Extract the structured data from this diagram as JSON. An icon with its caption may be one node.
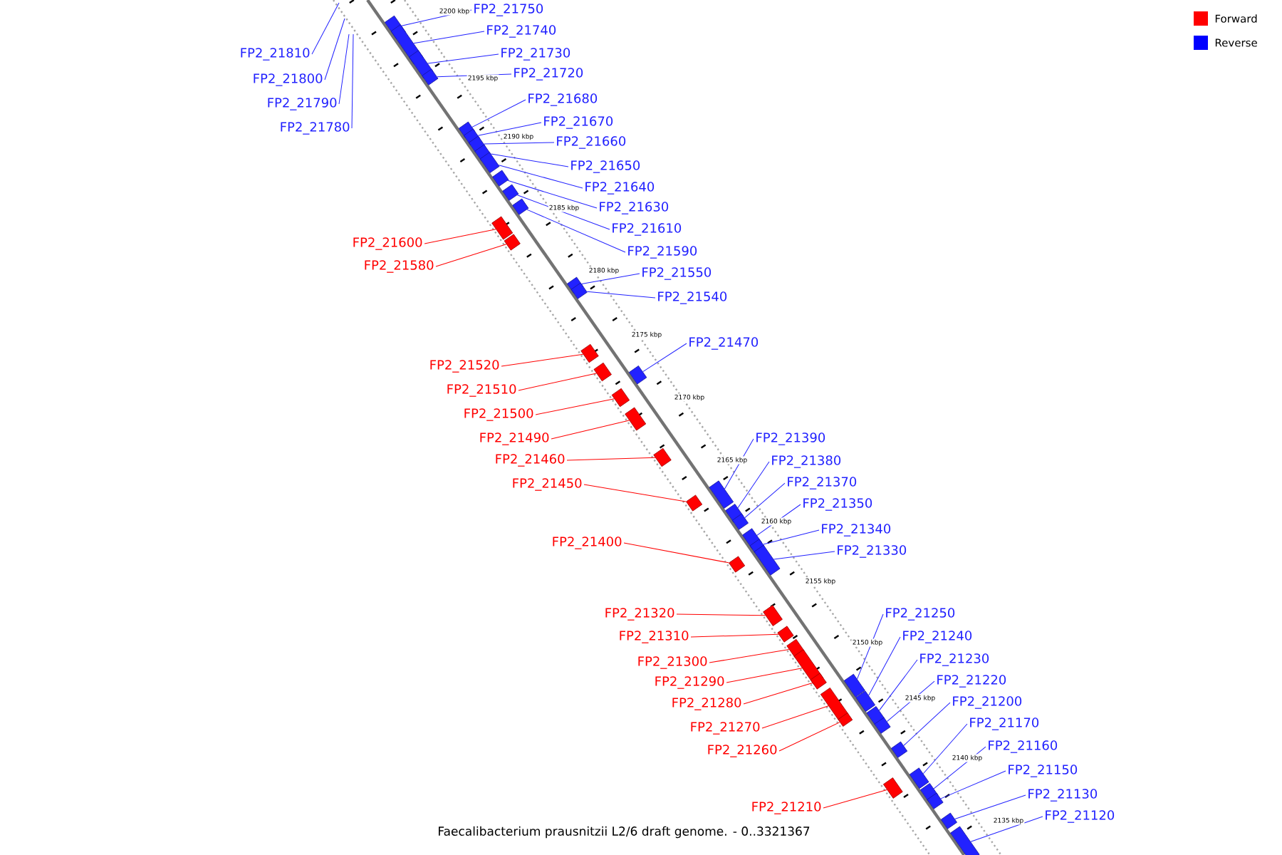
{
  "diagram": {
    "caption": "Faecalibacterium prausnitzii L2/6 draft genome. - 0..3321367",
    "nodes": [
      {
        "text": [
          "FP2_21810"
        ]
      },
      {
        "text": [
          "FP2_21800"
        ]
      },
      {
        "text": [
          "FP2_21790"
        ]
      },
      {
        "text": [
          "FP2_21780"
        ]
      },
      {
        "text": [
          "FP2_21750"
        ]
      },
      {
        "text": [],
        "shape": "box"
      },
      {
        "text": [
          "FP2_21740"
        ]
      },
      {
        "text": [],
        "shape": "box"
      },
      {
        "text": [
          "FP2_21730"
        ]
      },
      {
        "text": [],
        "shape": "box"
      },
      {
        "text": [
          "FP2_21720"
        ]
      },
      {
        "text": [],
        "shape": "box"
      },
      {
        "text": [
          "FP2_21680"
        ]
      },
      {
        "text": [],
        "shape": "box"
      },
      {
        "text": [
          "FP2_21670"
        ]
      },
      {
        "text": [],
        "shape": "box"
      },
      {
        "text": [
          "FP2_21660"
        ]
      },
      {
        "text": [],
        "shape": "box"
      },
      {
        "text": [
          "FP2_21650"
        ]
      },
      {
        "text": [],
        "shape": "box"
      },
      {
        "text": [
          "FP2_21640"
        ]
      },
      {
        "text": [],
        "shape": "box"
      },
      {
        "text": [
          "FP2_21630"
        ]
      },
      {
        "text": [],
        "shape": "box"
      },
      {
        "text": [
          "FP2_21610"
        ]
      },
      {
        "text": [],
        "shape": "box"
      },
      {
        "text": [
          "FP2_21600"
        ]
      },
      {
        "text": [],
        "shape": "box"
      },
      {
        "text": [
          "FP2_21590"
        ]
      },
      {
        "text": [],
        "shape": "box"
      },
      {
        "text": [
          "FP2_21580"
        ]
      },
      {
        "text": [],
        "shape": "box"
      },
      {
        "text": [
          "FP2_21550"
        ]
      },
      {
        "text": [],
        "shape": "box"
      },
      {
        "text": [
          "FP2_21540"
        ]
      },
      {
        "text": [],
        "shape": "box"
      },
      {
        "text": [
          "FP2_21470"
        ]
      },
      {
        "text": [],
        "shape": "box"
      },
      {
        "text": [
          "FP2_21520"
        ]
      },
      {
        "text": [],
        "shape": "box"
      },
      {
        "text": [
          "FP2_21510"
        ]
      },
      {
        "text": [],
        "shape": "box"
      },
      {
        "text": [
          "FP2_21500"
        ]
      },
      {
        "text": [],
        "shape": "box"
      },
      {
        "text": [
          "FP2_21490"
        ]
      },
      {
        "text": [],
        "shape": "box"
      },
      {
        "text": [
          "FP2_21390"
        ]
      },
      {
        "text": [],
        "shape": "box"
      },
      {
        "text": [
          "FP2_21460"
        ]
      },
      {
        "text": [],
        "shape": "box"
      },
      {
        "text": [
          "FP2_21380"
        ]
      },
      {
        "text": [],
        "shape": "box"
      },
      {
        "text": [
          "FP2_21370"
        ]
      },
      {
        "text": [],
        "shape": "box"
      },
      {
        "text": [
          "FP2_21450"
        ]
      },
      {
        "text": [],
        "shape": "box"
      },
      {
        "text": [
          "FP2_21350"
        ]
      },
      {
        "text": [],
        "shape": "box"
      },
      {
        "text": [
          "FP2_21340"
        ]
      },
      {
        "text": [],
        "shape": "box"
      },
      {
        "text": [
          "FP2_21400"
        ]
      },
      {
        "text": [],
        "shape": "box"
      },
      {
        "text": [
          "FP2_21330"
        ]
      },
      {
        "text": [],
        "shape": "box"
      },
      {
        "text": [
          "FP2_21320"
        ]
      },
      {
        "text": [],
        "shape": "box"
      },
      {
        "text": [
          "FP2_21250"
        ]
      },
      {
        "text": [],
        "shape": "box"
      },
      {
        "text": [
          "FP2_21310"
        ]
      },
      {
        "text": [],
        "shape": "box"
      },
      {
        "text": [
          "FP2_21240"
        ]
      },
      {
        "text": [],
        "shape": "box"
      },
      {
        "text": [
          "FP2_21300"
        ]
      },
      {
        "text": [],
        "shape": "box"
      },
      {
        "text": [
          "FP2_21230"
        ]
      },
      {
        "text": [],
        "shape": "box"
      },
      {
        "text": [
          "FP2_21290"
        ]
      },
      {
        "text": [],
        "shape": "box"
      },
      {
        "text": [
          "FP2_21220"
        ]
      },
      {
        "text": [],
        "shape": "box"
      },
      {
        "text": [
          "FP2_21280"
        ]
      },
      {
        "text": [],
        "shape": "box"
      },
      {
        "text": [
          "FP2_21200"
        ]
      },
      {
        "text": [],
        "shape": "box"
      },
      {
        "text": [
          "FP2_21270"
        ]
      },
      {
        "text": [],
        "shape": "box"
      },
      {
        "text": [
          "FP2_21170"
        ]
      },
      {
        "text": [],
        "shape": "box"
      },
      {
        "text": [
          "FP2_21260"
        ]
      },
      {
        "text": [],
        "shape": "box"
      },
      {
        "text": [
          "FP2_21160"
        ]
      },
      {
        "text": [],
        "shape": "box"
      },
      {
        "text": [
          "FP2_21150"
        ]
      },
      {
        "text": [],
        "shape": "box"
      },
      {
        "text": [
          "FP2_21130"
        ]
      },
      {
        "text": [],
        "shape": "box"
      },
      {
        "text": [
          "FP2_21210"
        ]
      },
      {
        "text": [],
        "shape": "box"
      },
      {
        "text": [
          "FP2_21120"
        ]
      },
      {
        "text": [],
        "shape": "box"
      }
    ],
    "edges": [
      {
        "from": 0,
        "to": null,
        "arrow": "none"
      },
      {
        "from": 1,
        "to": null,
        "arrow": "none"
      },
      {
        "from": 2,
        "to": null,
        "arrow": "none"
      },
      {
        "from": 3,
        "to": null,
        "arrow": "none"
      },
      {
        "from": 4,
        "to": 5,
        "arrow": "none"
      },
      {
        "from": 6,
        "to": 7,
        "arrow": "none"
      },
      {
        "from": 8,
        "to": 9,
        "arrow": "none"
      },
      {
        "from": 10,
        "to": 11,
        "arrow": "none"
      },
      {
        "from": 12,
        "to": 13,
        "arrow": "none"
      },
      {
        "from": 14,
        "to": 15,
        "arrow": "none"
      },
      {
        "from": 16,
        "to": 17,
        "arrow": "none"
      },
      {
        "from": 18,
        "to": 19,
        "arrow": "none"
      },
      {
        "from": 20,
        "to": 21,
        "arrow": "none"
      },
      {
        "from": 22,
        "to": 23,
        "arrow": "none"
      },
      {
        "from": 24,
        "to": 25,
        "arrow": "none"
      },
      {
        "from": 26,
        "to": 27,
        "arrow": "none",
        "color": "#ff0000"
      },
      {
        "from": 28,
        "to": 29,
        "arrow": "none"
      },
      {
        "from": 30,
        "to": 31,
        "arrow": "none",
        "color": "#ff0000"
      },
      {
        "from": 32,
        "to": 33,
        "arrow": "none"
      },
      {
        "from": 34,
        "to": 35,
        "arrow": "none"
      },
      {
        "from": 36,
        "to": 37,
        "arrow": "none"
      },
      {
        "from": 38,
        "to": 39,
        "arrow": "none",
        "color": "#ff0000"
      },
      {
        "from": 40,
        "to": 41,
        "arrow": "none",
        "color": "#ff0000"
      },
      {
        "from": 42,
        "to": 43,
        "arrow": "none",
        "color": "#ff0000"
      },
      {
        "from": 44,
        "to": 45,
        "arrow": "none",
        "color": "#ff0000"
      },
      {
        "from": 46,
        "to": 47,
        "arrow": "none"
      },
      {
        "from": 48,
        "to": 49,
        "arrow": "none",
        "color": "#ff0000"
      },
      {
        "from": 50,
        "to": 51,
        "arrow": "none"
      },
      {
        "from": 52,
        "to": 53,
        "arrow": "none"
      },
      {
        "from": 54,
        "to": 55,
        "arrow": "none",
        "color": "#ff0000"
      },
      {
        "from": 56,
        "to": 57,
        "arrow": "none"
      },
      {
        "from": 58,
        "to": 59,
        "arrow": "none"
      },
      {
        "from": 60,
        "to": 61,
        "arrow": "none",
        "color": "#ff0000"
      },
      {
        "from": 62,
        "to": 63,
        "arrow": "none"
      },
      {
        "from": 64,
        "to": 65,
        "arrow": "none",
        "color": "#ff0000"
      },
      {
        "from": 66,
        "to": 67,
        "arrow": "none"
      },
      {
        "from": 68,
        "to": 69,
        "arrow": "none",
        "color": "#ff0000"
      },
      {
        "from": 70,
        "to": 71,
        "arrow": "none"
      },
      {
        "from": 72,
        "to": 73,
        "arrow": "none",
        "color": "#ff0000"
      },
      {
        "from": 74,
        "to": 75,
        "arrow": "none"
      },
      {
        "from": 76,
        "to": 77,
        "arrow": "none",
        "color": "#ff0000"
      },
      {
        "from": 78,
        "to": 79,
        "arrow": "none"
      },
      {
        "from": 80,
        "to": 81,
        "arrow": "none",
        "color": "#ff0000"
      },
      {
        "from": 82,
        "to": 83,
        "arrow": "none"
      },
      {
        "from": 84,
        "to": 85,
        "arrow": "none",
        "color": "#ff0000"
      },
      {
        "from": 86,
        "to": 87,
        "arrow": "none"
      },
      {
        "from": 88,
        "to": 89,
        "arrow": "none",
        "color": "#ff0000"
      },
      {
        "from": 90,
        "to": 91,
        "arrow": "none"
      },
      {
        "from": 92,
        "to": 93,
        "arrow": "none"
      },
      {
        "from": 94,
        "to": 95,
        "arrow": "none"
      },
      {
        "from": 96,
        "to": 97,
        "arrow": "none",
        "color": "#ff0000"
      },
      {
        "from": 98,
        "to": 99,
        "arrow": "none"
      }
    ],
    "labels": [
      "2200 kbp",
      "2195 kbp",
      "2190 kbp",
      "2185 kbp",
      "2180 kbp",
      "2175 kbp",
      "2170 kbp",
      "2165 kbp",
      "2160 kbp",
      "2155 kbp",
      "2150 kbp",
      "2145 kbp",
      "2140 kbp",
      "2135 kbp"
    ],
    "legend": [
      {
        "text": "Forward",
        "color": "#ff0000"
      },
      {
        "text": "Reverse",
        "color": "#0000ff"
      }
    ]
  }
}
